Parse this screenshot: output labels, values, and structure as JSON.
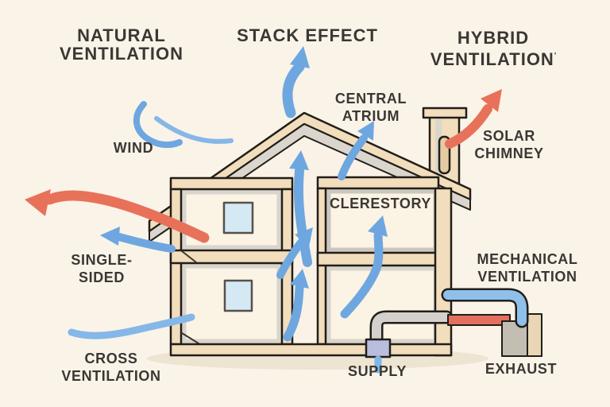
{
  "diagram_title": "House ventilation strategies cross-section",
  "background": "#FAF3E8",
  "text_color": "#3A3734",
  "colors": {
    "airflow_blue": "#6EA7E0",
    "airflow_blue_light": "#85B7E8",
    "warm_air_orange": "#E8715A",
    "wall_tan": "#F2DDBC",
    "roof_underside_gray": "#DAD6CE",
    "room_cream": "#FBF3E4",
    "window_blue": "#D5E9F5",
    "supply_unit_lavender": "#B9BEDF",
    "duct_gray": "#D4D1CD",
    "exhaust_unit_gray": "#C3BDB2",
    "exhaust_unit_tan": "#EAD6B5",
    "pipe_red": "#E2705C",
    "pipe_blue": "#8FC0EC",
    "outline": "#211E19",
    "ground_shadow": "#EEE4D2"
  },
  "sections": {
    "natural": {
      "line1": "NATURAL",
      "line2": "VENTILATION"
    },
    "stack": {
      "line1": "STACK EFFECT"
    },
    "hybrid": {
      "line1": "HYBRID",
      "line2": "VENTILATION",
      "mark": "ʹ"
    }
  },
  "labels": {
    "wind": "WIND",
    "central_atrium": {
      "line1": "CENTRAL",
      "line2": "ATRIUM"
    },
    "solar_chimney": {
      "line1": "SOLAR",
      "line2": "CHIMNEY"
    },
    "clerestory": "CLERESTORY",
    "single_sided": {
      "line1": "SINGLE-",
      "line2": "SIDED"
    },
    "cross_ventilation": {
      "line1": "CROSS",
      "line2": "VENTILATION"
    },
    "mechanical_ventilation": {
      "line1": "MECHANICAL",
      "line2": "VENTILATION"
    },
    "supply": "SUPPLY",
    "exhaust": "EXHAUST"
  }
}
